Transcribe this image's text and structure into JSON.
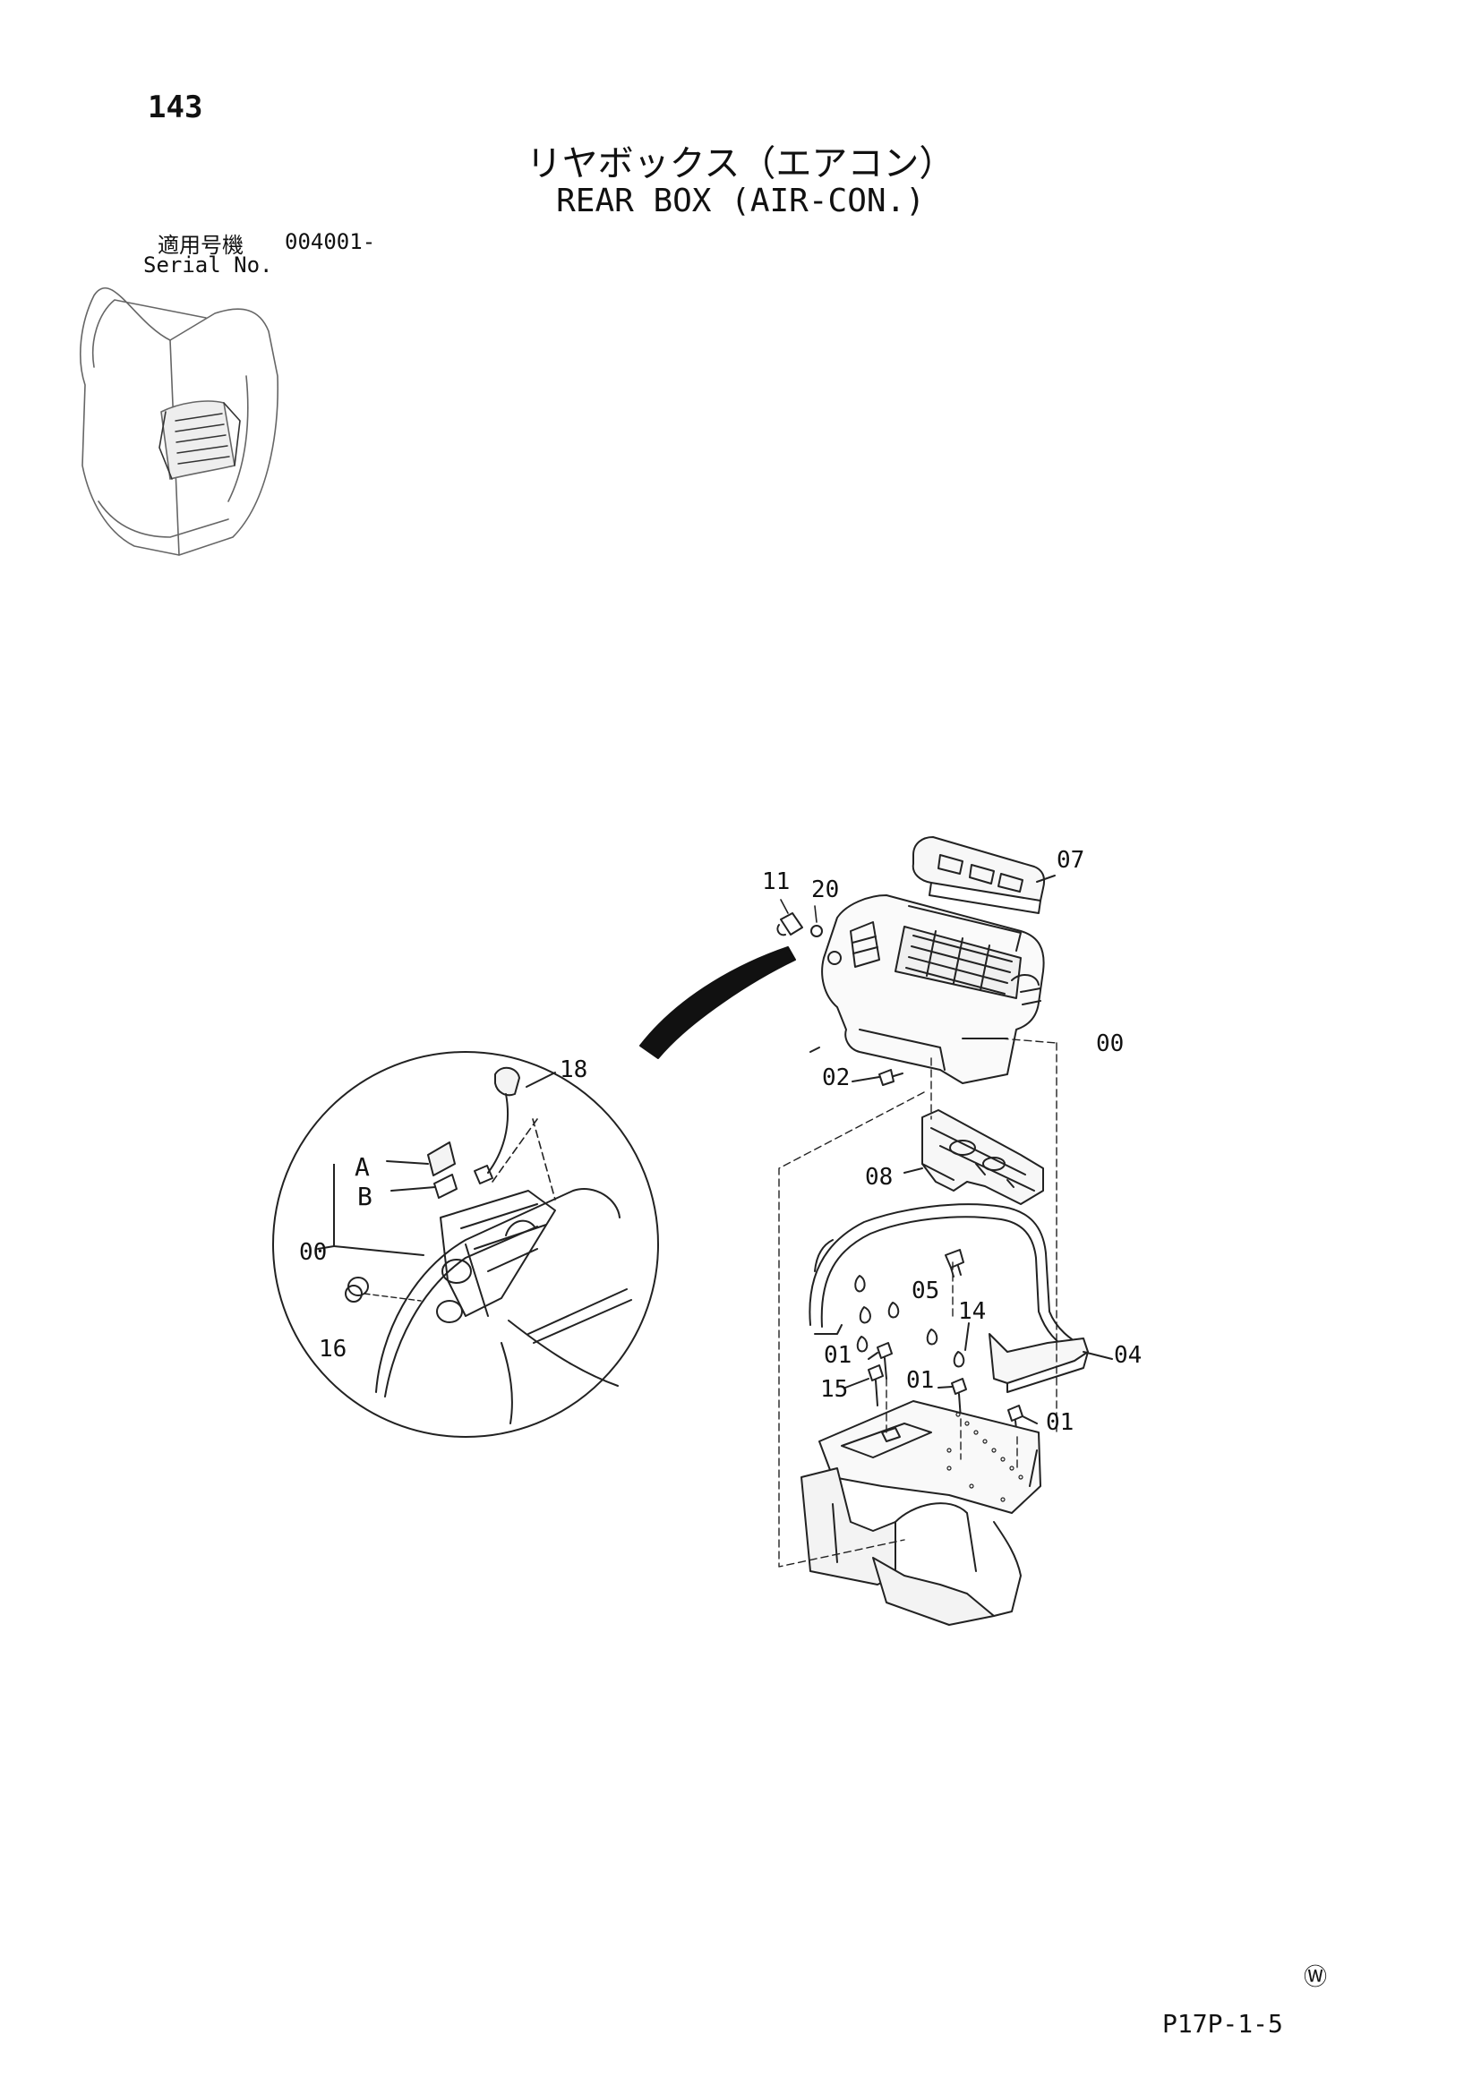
{
  "page_number": "143",
  "title_ja": "リヤボックス（エアコン）",
  "title_en": "REAR BOX (AIR-CON.)",
  "applicable_label": "適用号機",
  "serial_range": "004001-",
  "serial_label": "Serial No.",
  "w_mark": "Ⓦ",
  "figure_code": "P17P-1-5",
  "callouts": {
    "c00_main": "00",
    "c02": "02",
    "c07": "07",
    "c08": "08",
    "c11": "11",
    "c20": "20",
    "c05": "05",
    "c14": "14",
    "c01_a": "01",
    "c01_b": "01",
    "c01_c": "01",
    "c15": "15",
    "c04": "04",
    "c18": "18",
    "cA": "A",
    "cB": "B",
    "c00_detail": "00",
    "c16": "16"
  }
}
